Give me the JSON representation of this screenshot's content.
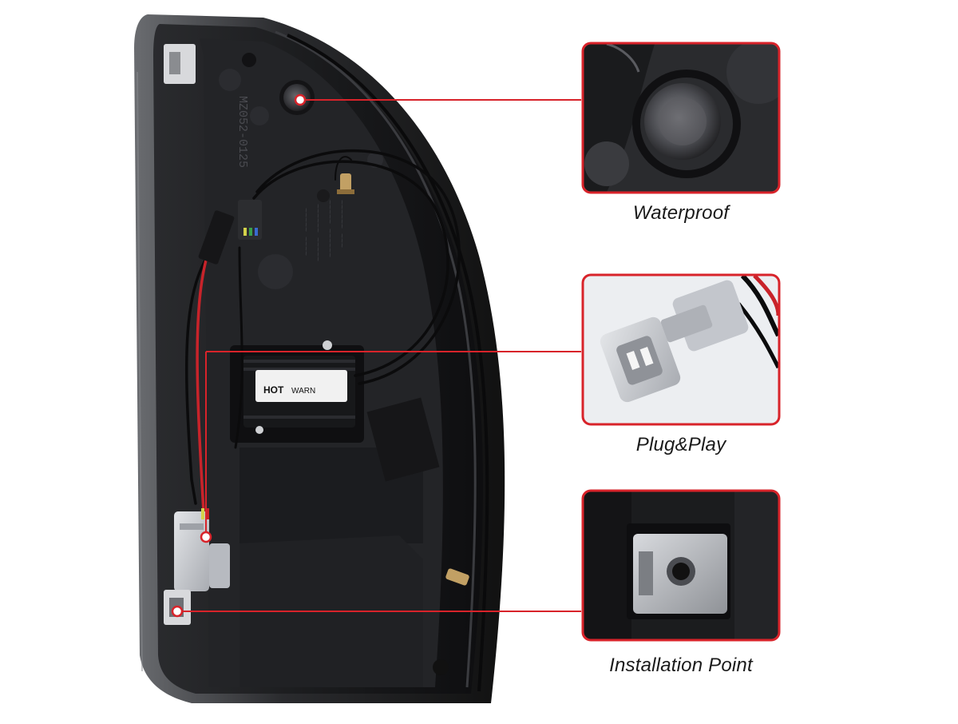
{
  "callouts": [
    {
      "label": "Waterproof"
    },
    {
      "label": "Plug&Play"
    },
    {
      "label": "Installation Point"
    }
  ],
  "housing": {
    "part_number": "MZ052-0125",
    "module_text_1": "HOT",
    "module_text_2": "WARN"
  },
  "colors": {
    "accent": "#d8232a",
    "housing": "#1c1c1e",
    "connector": "#c9ccd1"
  }
}
